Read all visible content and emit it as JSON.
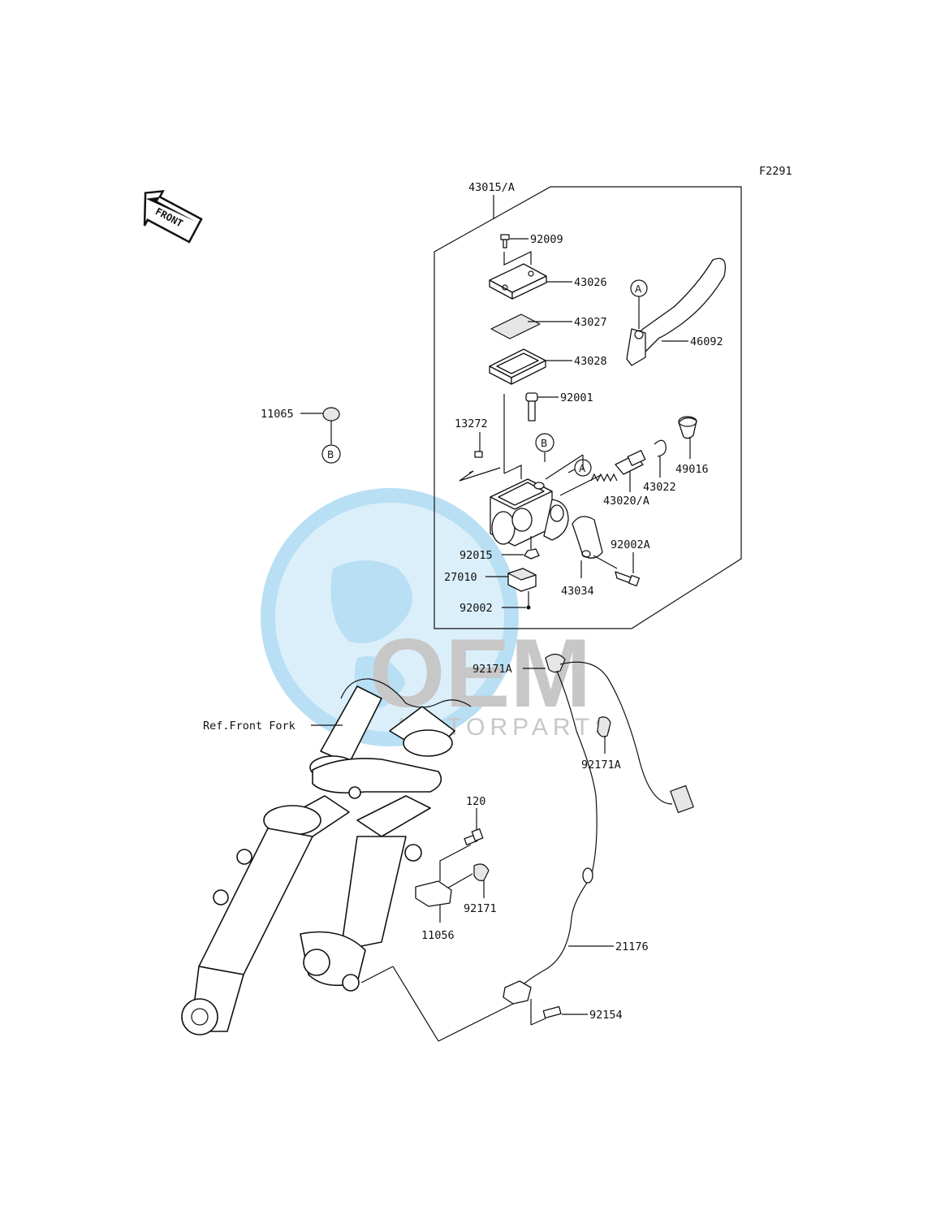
{
  "diagram_code": "F2291",
  "front_marker": "FRONT",
  "callout_letters": {
    "a": "A",
    "b": "B"
  },
  "parts": {
    "p43015A": "43015/A",
    "p92009": "92009",
    "p43026": "43026",
    "p43027": "43027",
    "p43028": "43028",
    "p46092": "46092",
    "p92001": "92001",
    "p11065": "11065",
    "p13272": "13272",
    "p49016": "49016",
    "p43022": "43022",
    "p43020A": "43020/A",
    "p92002A": "92002A",
    "p92015": "92015",
    "p27010": "27010",
    "p43034": "43034",
    "p92002": "92002",
    "p92171A_1": "92171A",
    "p92171A_2": "92171A",
    "ref_front_fork": "Ref.Front Fork",
    "p120": "120",
    "p92171": "92171",
    "p11056": "11056",
    "p21176": "21176",
    "p92154": "92154"
  },
  "watermark": {
    "brand": "OEM",
    "sub": "MOTORPARTS"
  },
  "colors": {
    "line": "#111111",
    "watermark_blue": "#7fc6ec",
    "watermark_grey": "#9a9a9a"
  }
}
